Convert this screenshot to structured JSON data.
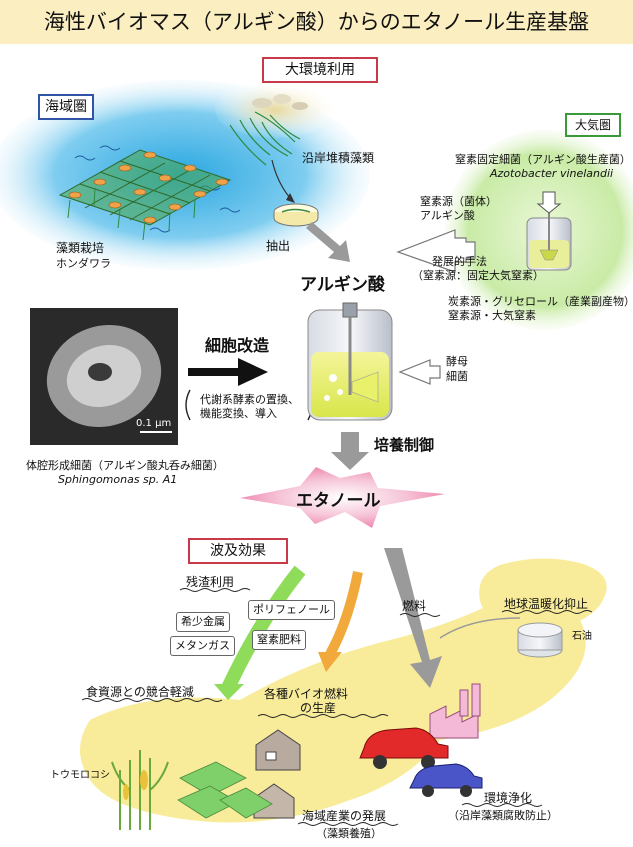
{
  "title": "海性バイオマス（アルギン酸）からのエタノール生産基盤",
  "section_env": "大環境利用",
  "section_ocean": "海域圏",
  "section_atm": "大気圏",
  "coastal_algae": "沿岸堆積藻類",
  "algae_culture": "藻類栽培",
  "hondawara": "ホンダワラ",
  "extraction": "抽出",
  "alginate": "アルギン酸",
  "nitrogen_fixing_bacteria": "窒素固定細菌（アルギン酸生産菌）",
  "azotobacter": "Azotobacter vinelandii",
  "nitrogen_source": "窒素源（菌体）",
  "alginate_line2": "アルギン酸",
  "innovative_method": "発展的手法",
  "innovative_method_sub": "（窒素源：固定大気窒素）",
  "carbon_source": "炭素源・グリセロール（産業副産物）",
  "nitrogen_air": "窒素源・大気窒素",
  "cell_modification": "細胞改造",
  "cell_mod_detail_1": "代謝系酵素の置換、",
  "cell_mod_detail_2": "機能変換、導入",
  "scale_bar": "0.1 μm",
  "yeast": "酵母",
  "bacteria": "細菌",
  "culture_control": "培養制御",
  "sphingo_caption_1": "体腔形成細菌（アルギン酸丸呑み細菌）",
  "sphingo_caption_2": "Sphingomonas sp. A1",
  "ethanol": "エタノール",
  "section_ripple": "波及効果",
  "residue_use": "残渣利用",
  "rare_metals": "希少金属",
  "polyphenol": "ポリフェノール",
  "methane_gas": "メタンガス",
  "nitrogen_fertilizer": "窒素肥料",
  "fuel": "燃料",
  "global_warming": "地球温暖化抑止",
  "oil": "石油",
  "food_competition": "食資源との競合軽減",
  "biofuel_production_1": "各種バイオ燃料",
  "biofuel_production_2": "の生産",
  "corn": "トウモロコシ",
  "env_cleanup": "環境浄化",
  "env_cleanup_sub": "（沿岸藻類腐敗防止）",
  "marine_industry": "海域産業の発展",
  "marine_industry_sub": "（藻類養殖）",
  "colors": {
    "title_bg": "#fbeec0",
    "red_border": "#c83a4a",
    "blue_border": "#3155a6",
    "green_border": "#3a9a3a",
    "land_yellow": "#f8ec9a",
    "arrow_gray": "#9a9a9a",
    "arrow_green": "#8fdc5a",
    "arrow_orange": "#f2a93c"
  },
  "icons": [
    "seaweed-icon",
    "petri-dish-icon",
    "fermenter-icon",
    "bacteria-micrograph-icon",
    "factory-icon",
    "car-icon",
    "house-icon",
    "oil-tank-icon",
    "corn-icon",
    "ethanol-star-icon"
  ]
}
